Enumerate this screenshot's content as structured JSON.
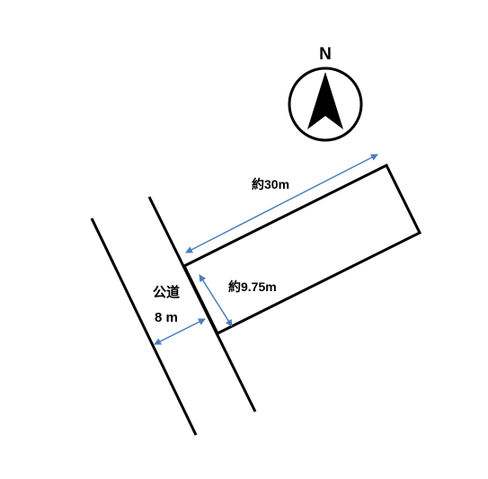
{
  "compass": {
    "label": "N",
    "icon": "north-arrow-icon"
  },
  "plot": {
    "length_label": "約30m",
    "depth_label": "約9.75m"
  },
  "road": {
    "type_label": "公道",
    "width_label": "8 m"
  },
  "colors": {
    "line": "#000000",
    "dimension_arrow": "#4a7ebb"
  }
}
